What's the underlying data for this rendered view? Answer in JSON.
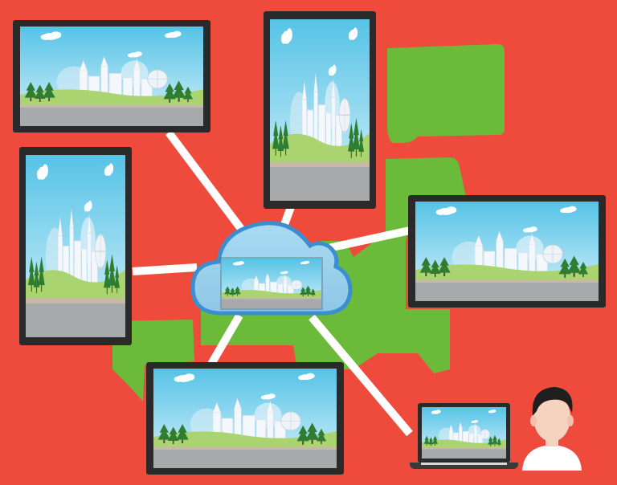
{
  "colors": {
    "background": "#ef4b3d",
    "map_green": "#6bba3a",
    "connector": "#ffffff",
    "device_frame": "#2a2a2a",
    "sky_top": "#5ec7e6",
    "sky_bottom": "#cfeef8",
    "grass": "#a9d46f",
    "ground": "#a7a9ab",
    "cloud_fill": "#9fd2ec",
    "cloud_stroke": "#3b8fd0"
  },
  "scene": {
    "depicts": "city-skyline-with-trees-icon"
  },
  "devices": [
    {
      "name": "monitor-top-left",
      "type": "monitor"
    },
    {
      "name": "tablet-top-center",
      "type": "tablet"
    },
    {
      "name": "tablet-left",
      "type": "tablet"
    },
    {
      "name": "monitor-right",
      "type": "monitor"
    },
    {
      "name": "monitor-bottom-center",
      "type": "monitor"
    },
    {
      "name": "laptop-bottom-right",
      "type": "laptop"
    }
  ],
  "hub": {
    "icon": "cloud-icon"
  },
  "user": {
    "icon": "user-avatar-icon"
  }
}
